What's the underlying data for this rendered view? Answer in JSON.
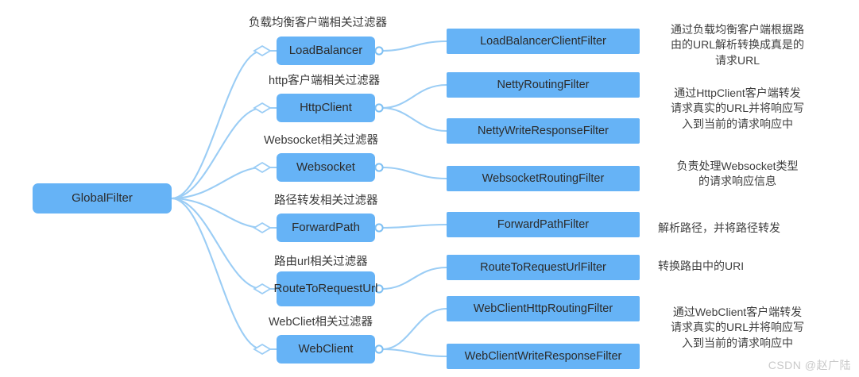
{
  "diagram": {
    "type": "mind-map",
    "title": "GlobalFilter",
    "root": {
      "label": "GlobalFilter"
    },
    "watermark": "CSDN @赵广陆",
    "colors": {
      "node_fill": "#66b3f6",
      "node_text": "#2b2b2b",
      "link_stroke": "#9bcdf5",
      "caption_text": "#3a3a3a",
      "annotation_text": "#3f3f3f",
      "watermark_text": "#c9c9c9",
      "background": "#ffffff"
    },
    "branches": [
      {
        "caption": "负载均衡客户端相关过滤器",
        "node": "LoadBalancer",
        "filters": [
          "LoadBalancerClientFilter"
        ],
        "annotation": "通过负载均衡客户端根据路由的URL解析转换成真是的请求URL"
      },
      {
        "caption": "http客户端相关过滤器",
        "node": "HttpClient",
        "filters": [
          "NettyRoutingFilter",
          "NettyWriteResponseFilter"
        ],
        "annotation": "通过HttpClient客户端转发请求真实的URL并将响应写入到当前的请求响应中"
      },
      {
        "caption": "Websocket相关过滤器",
        "node": "Websocket",
        "filters": [
          "WebsocketRoutingFilter"
        ],
        "annotation": "负责处理Websocket类型的请求响应信息"
      },
      {
        "caption": "路径转发相关过滤器",
        "node": "ForwardPath",
        "filters": [
          "ForwardPathFilter"
        ],
        "annotation": "解析路径，并将路径转发"
      },
      {
        "caption": "路由url相关过滤器",
        "node": "RouteToRequestUrl",
        "filters": [
          "RouteToRequestUrlFilter"
        ],
        "annotation": "转换路由中的URI"
      },
      {
        "caption": "WebCliet相关过滤器",
        "node": "WebClient",
        "filters": [
          "WebClientHttpRoutingFilter",
          "WebClientWriteResponseFilter"
        ],
        "annotation": "通过WebClient客户端转发请求真实的URL并将响应写入到当前的请求响应中"
      }
    ],
    "annotation_lines": {
      "a0": [
        "通过负载均衡客户端根据路",
        "由的URL解析转换成真是的",
        "请求URL"
      ],
      "a1": [
        "通过HttpClient客户端转发",
        "请求真实的URL并将响应写",
        "入到当前的请求响应中"
      ],
      "a2": [
        "负责处理Websocket类型",
        "的请求响应信息"
      ],
      "a3": [
        "解析路径，并将路径转发"
      ],
      "a4": [
        "转换路由中的URI"
      ],
      "a5": [
        "通过WebClient客户端转发",
        "请求真实的URL并将响应写",
        "入到当前的请求响应中"
      ]
    }
  }
}
